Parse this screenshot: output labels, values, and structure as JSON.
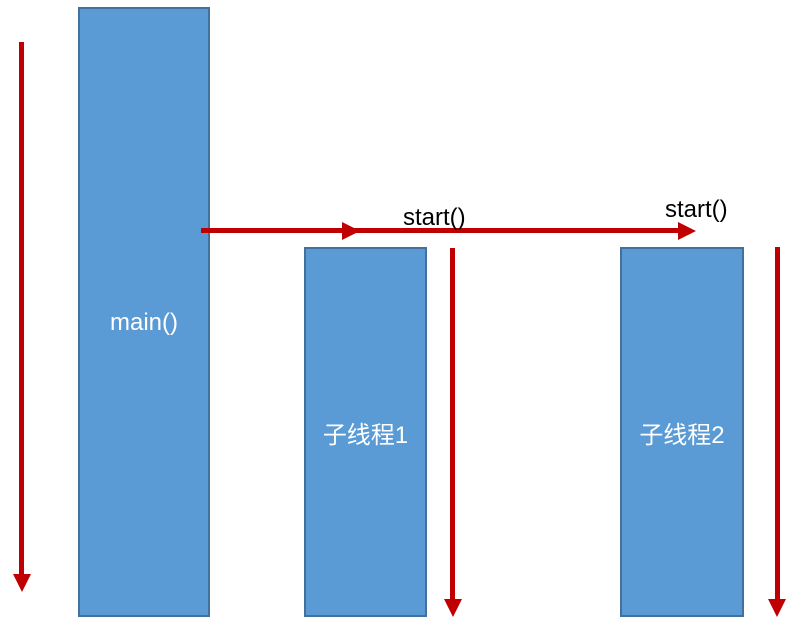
{
  "diagram": {
    "type": "thread-lifecycle-sequence",
    "nodes": [
      {
        "id": "main",
        "label": "main()"
      },
      {
        "id": "thread1",
        "label": "子线程1"
      },
      {
        "id": "thread2",
        "label": "子线程2"
      }
    ],
    "annotations": [
      {
        "id": "start-call-1",
        "label": "start()"
      },
      {
        "id": "start-call-2",
        "label": "start()"
      }
    ],
    "colors": {
      "bar_fill": "#5B9BD5",
      "bar_border": "#41719C",
      "arrow": "#C00000",
      "bar_text": "#FFFFFF",
      "annotation_text": "#000000"
    }
  }
}
